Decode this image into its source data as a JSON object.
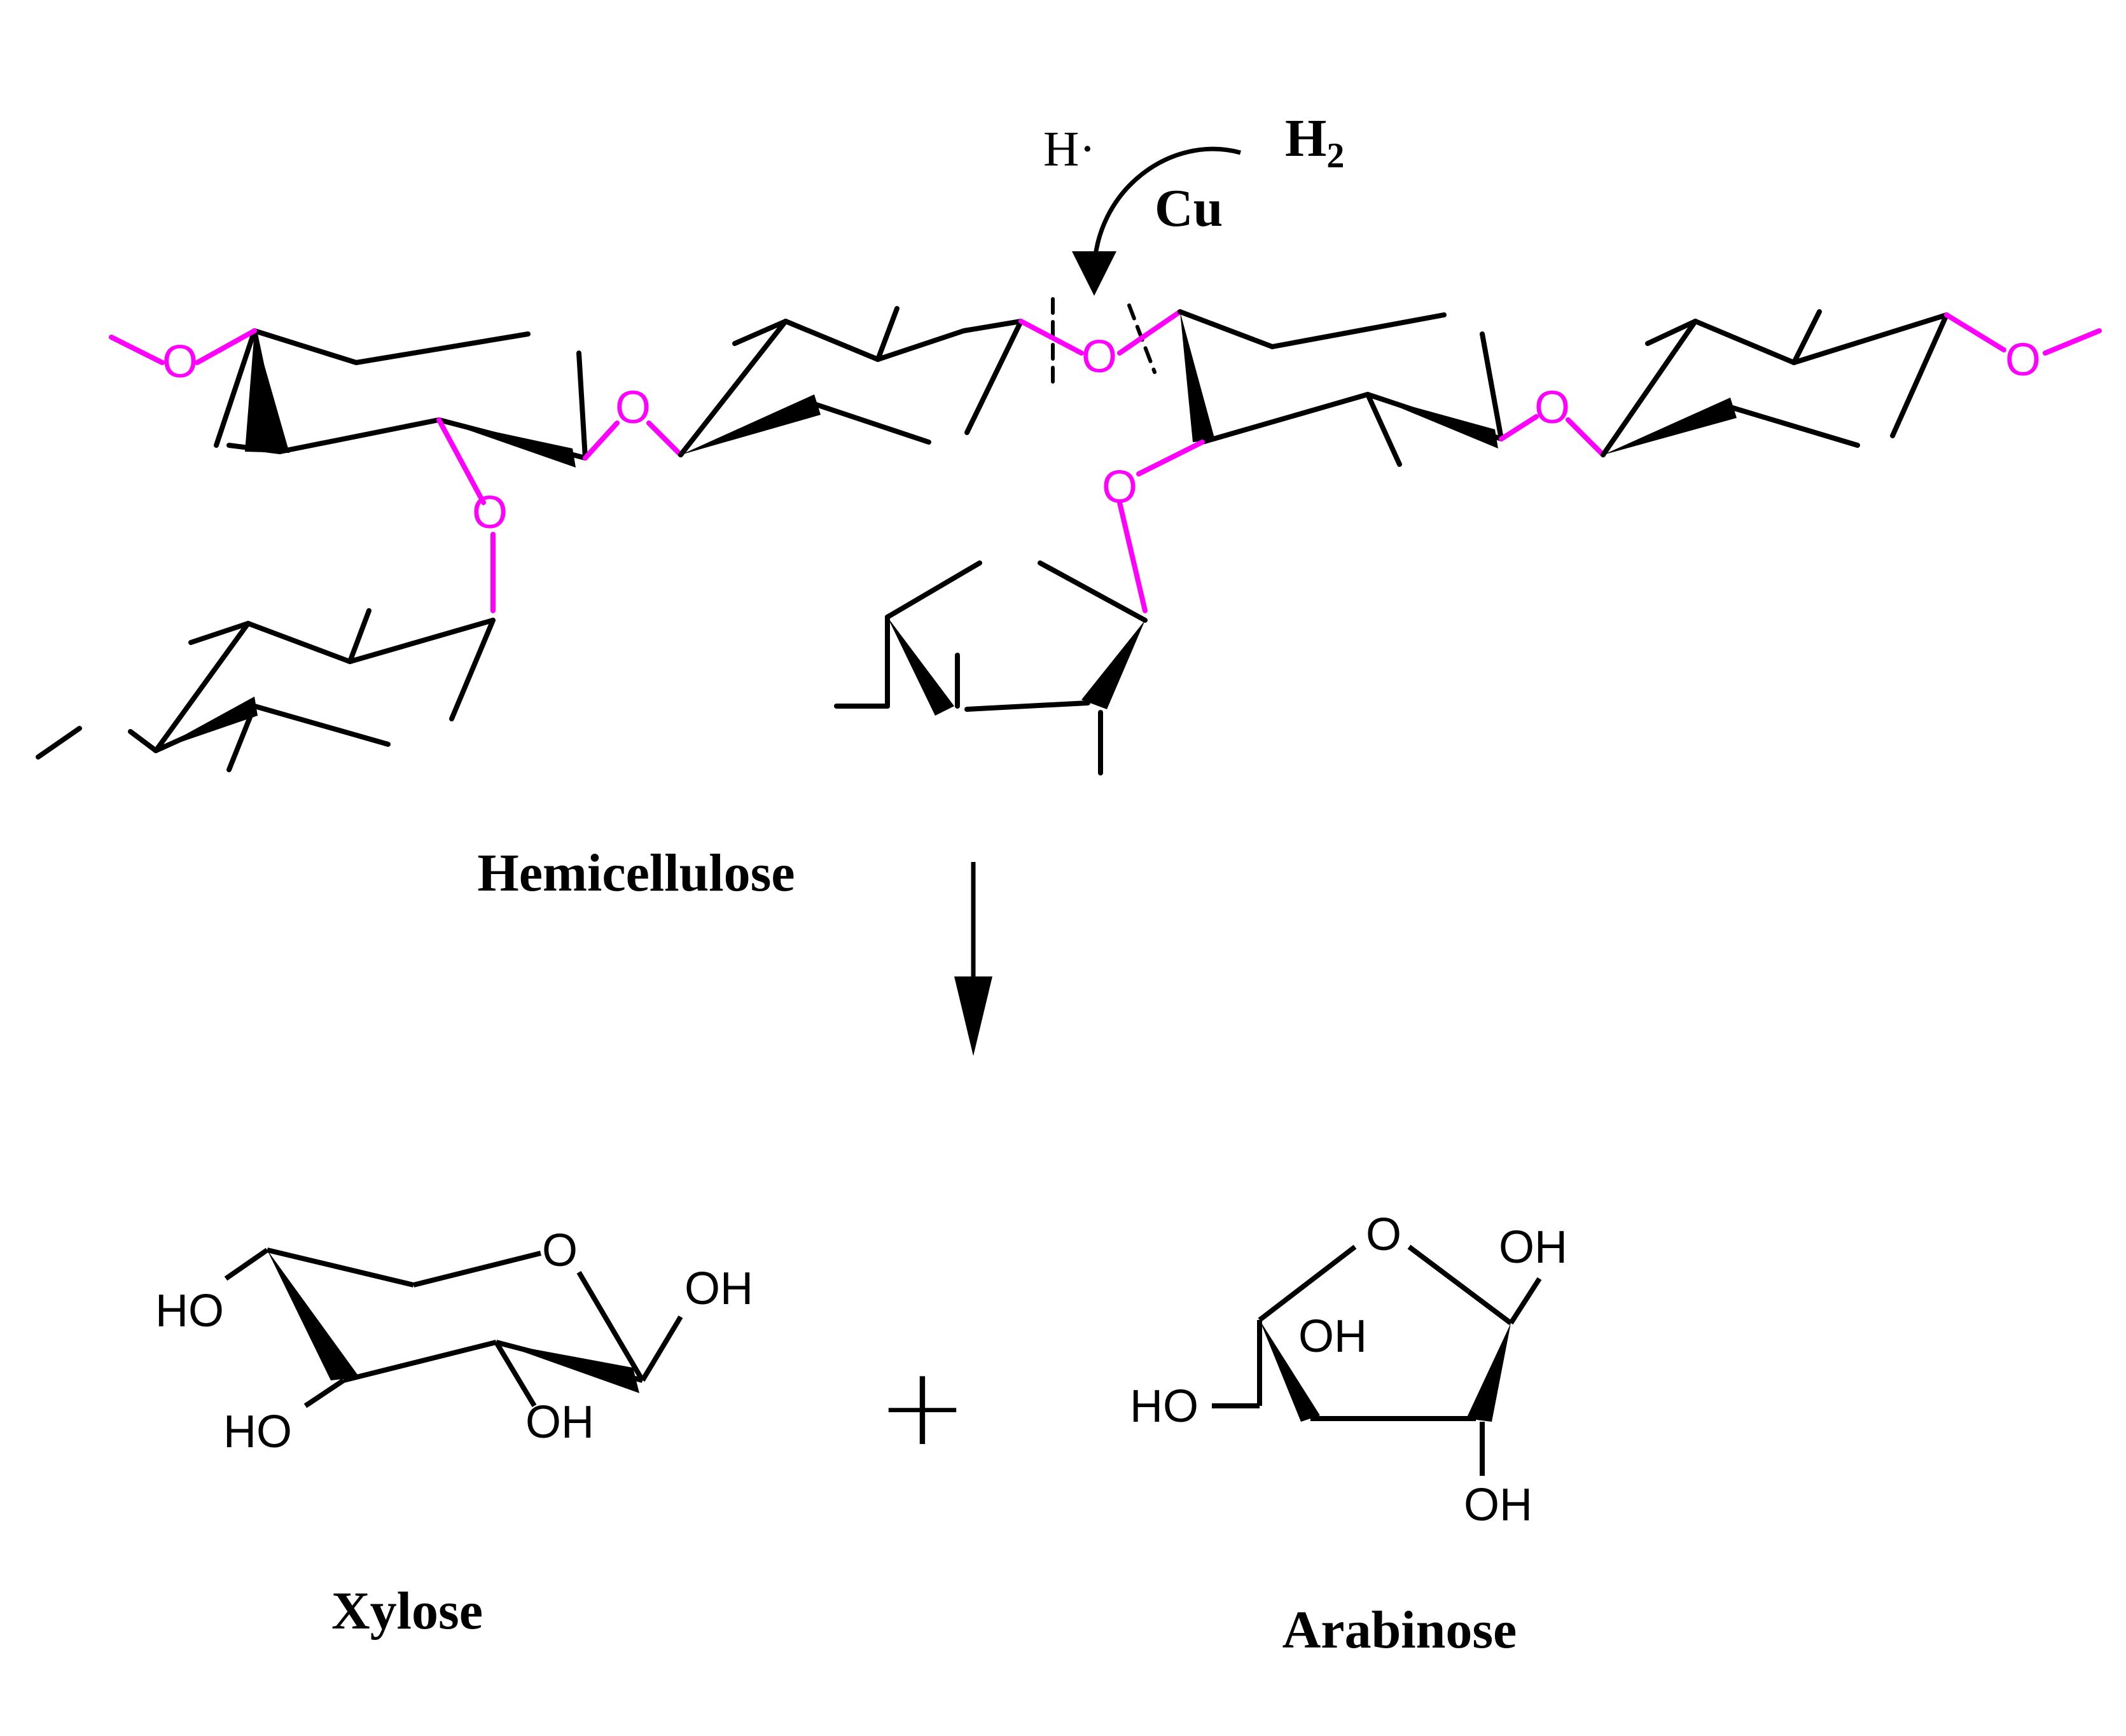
{
  "colors": {
    "bond": "#000000",
    "glycosidic": "#ff00ff"
  },
  "atoms": {
    "O": "O",
    "HO": "HO",
    "OH": "OH"
  },
  "labels": {
    "hemicellulose": "Hemicellulose",
    "xylose": "Xylose",
    "arabinose": "Arabinose"
  },
  "reagents": {
    "h_radical": "H·",
    "h2_base": "H",
    "h2_sub": "2",
    "catalyst": "Cu"
  },
  "plus_sign": "+"
}
